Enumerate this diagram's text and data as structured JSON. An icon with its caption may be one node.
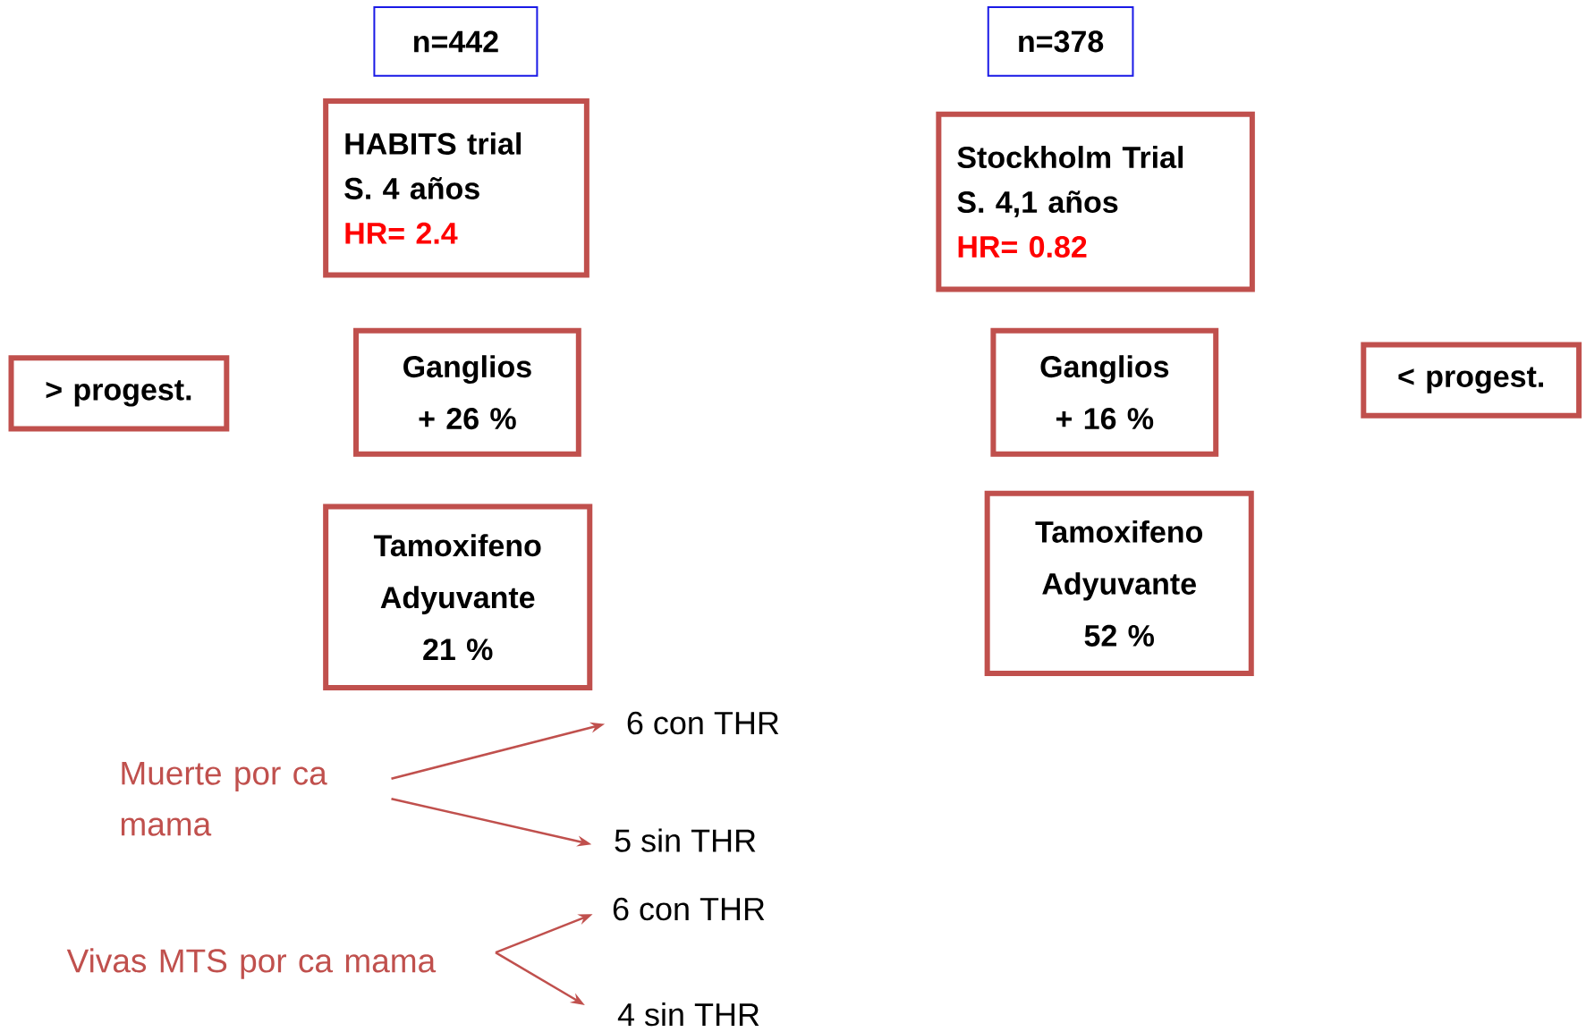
{
  "diagram": {
    "nodes": [
      {
        "text": [
          "n=442"
        ]
      },
      {
        "text": [
          "HABITS trial",
          "S. 4 años",
          "HR= 2.4"
        ]
      },
      {
        "text": [
          "n=378"
        ]
      },
      {
        "text": [
          "Stockholm Trial",
          "S. 4,1 años",
          "HR= 0.82"
        ]
      },
      {
        "text": [
          "> progest."
        ]
      },
      {
        "text": [
          "Ganglios + 26 %"
        ]
      },
      {
        "text": [
          "Ganglios + 16 %"
        ]
      },
      {
        "text": [
          "< progest."
        ]
      },
      {
        "text": [
          "Tamoxifeno Adyuvante 21 %"
        ]
      },
      {
        "text": [
          "Tamoxifeno Adyuvante 52 %"
        ]
      },
      {
        "text": [
          "Muerte por ca mama"
        ]
      },
      {
        "text": [
          "6 con THR"
        ]
      },
      {
        "text": [
          "5 sin THR"
        ]
      },
      {
        "text": [
          "Vivas MTS por ca mama"
        ]
      },
      {
        "text": [
          "6 con THR"
        ]
      },
      {
        "text": [
          "4  sin THR"
        ]
      }
    ],
    "edges": [
      {
        "from": 10,
        "to": 11,
        "arrow": "to",
        "color": "#c0504d"
      },
      {
        "from": 10,
        "to": 12,
        "arrow": "to",
        "color": "#c0504d"
      },
      {
        "from": 13,
        "to": 14,
        "arrow": "to",
        "color": "#c0504d"
      },
      {
        "from": 13,
        "to": 15,
        "arrow": "to",
        "color": "#c0504d"
      }
    ]
  }
}
